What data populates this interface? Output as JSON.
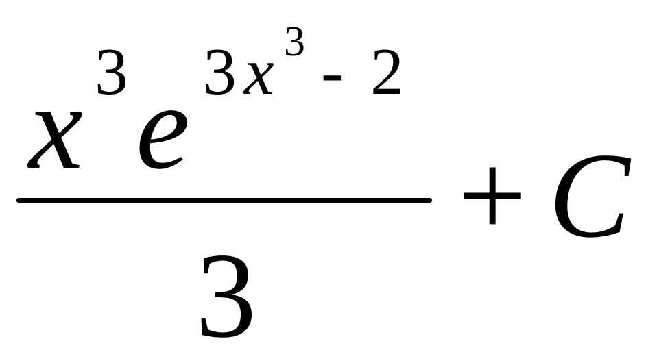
{
  "formula": {
    "numerator": {
      "base": "x",
      "base_exponent": "3",
      "exp_base": "e",
      "exponent": {
        "coefficient": "3",
        "variable": "x",
        "variable_exponent": "3",
        "operator": "-",
        "constant": "2"
      }
    },
    "denominator": "3",
    "operator": "+",
    "constant": "C"
  }
}
